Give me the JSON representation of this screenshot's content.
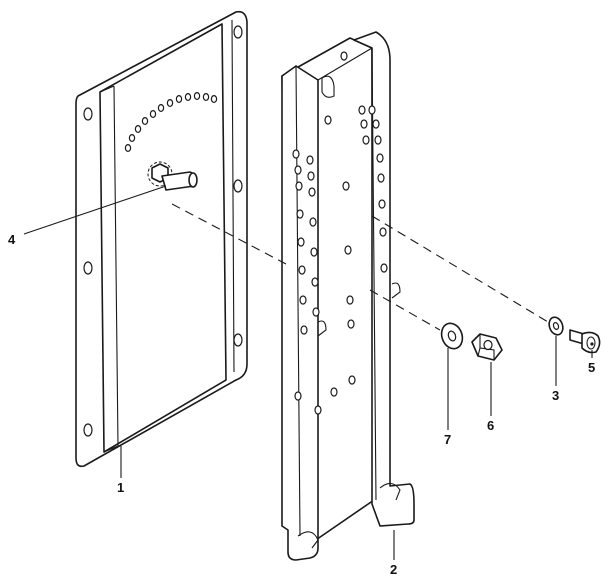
{
  "callouts": {
    "c1": "1",
    "c2": "2",
    "c3": "3",
    "c4": "4",
    "c5": "5",
    "c6": "6",
    "c7": "7"
  },
  "parts": {
    "mounting_plate": "mounting-plate",
    "slotted_bracket": "slotted-channel-bracket",
    "pivot_pin": "pivot-pin",
    "washer_small": "washer",
    "bolt": "bolt",
    "nut": "hex-nut",
    "washer_large": "washer"
  },
  "colors": {
    "line": "#1a1a1a",
    "background": "#ffffff"
  }
}
